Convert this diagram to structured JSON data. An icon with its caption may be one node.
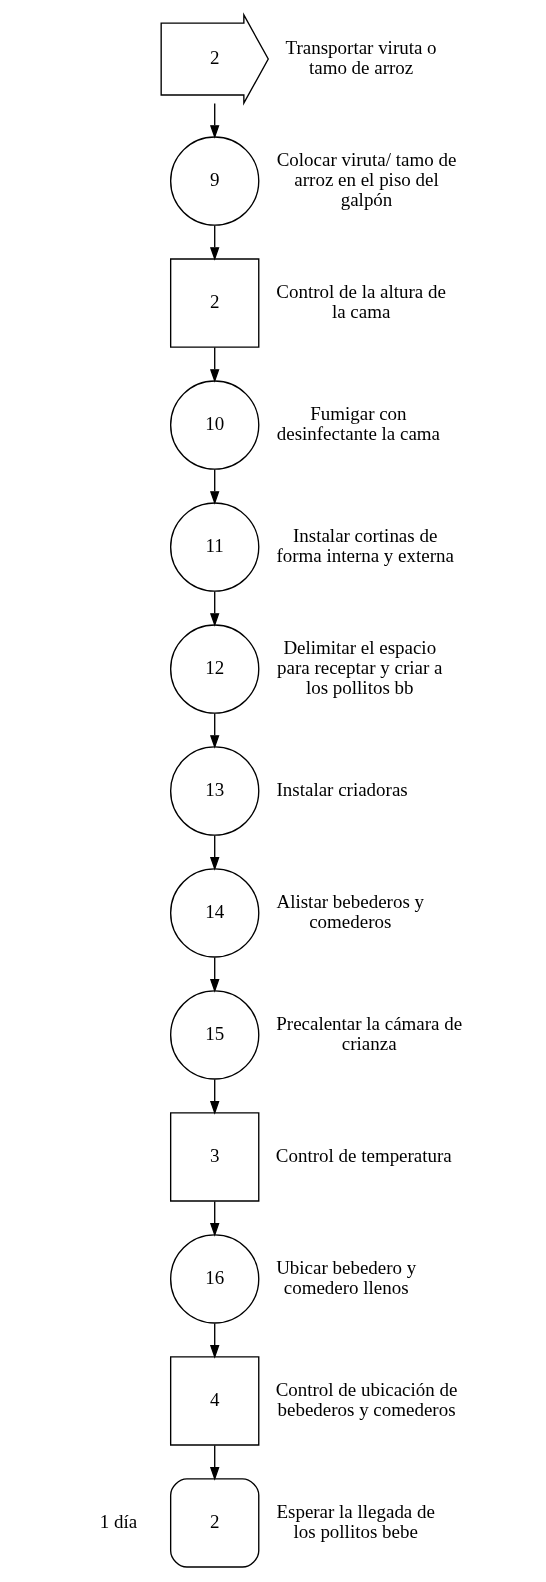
{
  "diagram": {
    "nodes": [
      {
        "text": [
          "2"
        ],
        "beside": [
          "Transportar viruta o tamo de arroz"
        ]
      },
      {
        "text": [
          "9"
        ],
        "beside": [
          "Colocar viruta/ tamo de arroz en el piso del galpón"
        ]
      },
      {
        "text": [
          "2"
        ],
        "beside": [
          "Control de la altura de la cama"
        ]
      },
      {
        "text": [
          "10"
        ],
        "beside": [
          "Fumigar con desinfectante la cama"
        ]
      },
      {
        "text": [
          "11"
        ],
        "beside": [
          "Instalar cortinas de forma interna y externa"
        ]
      },
      {
        "text": [
          "12"
        ],
        "beside": [
          "Delimitar el espacio para receptar y criar a los pollitos bb"
        ]
      },
      {
        "text": [
          "13"
        ],
        "beside": [
          "Instalar criadoras"
        ]
      },
      {
        "text": [
          "14"
        ],
        "beside": [
          "Alistar bebederos y comederos"
        ]
      },
      {
        "text": [
          "15"
        ],
        "beside": [
          "Precalentar la cámara de crianza"
        ]
      },
      {
        "text": [
          "3"
        ],
        "beside": [
          "Control de temperatura"
        ]
      },
      {
        "text": [
          "16"
        ],
        "beside": [
          "Ubicar bebedero y comedero llenos"
        ]
      },
      {
        "text": [
          "4"
        ],
        "beside": [
          "Control de ubicación de bebederos y comederos"
        ]
      },
      {
        "text": [
          "2"
        ],
        "beside": [
          "1 día",
          "Esperar la llegada de los pollitos bebe"
        ]
      }
    ],
    "edges": [
      {
        "from": 0,
        "to": 1,
        "arrow": "to"
      },
      {
        "from": 1,
        "to": 2,
        "arrow": "to"
      },
      {
        "from": 2,
        "to": 3,
        "arrow": "to"
      },
      {
        "from": 3,
        "to": 4,
        "arrow": "to"
      },
      {
        "from": 4,
        "to": 5,
        "arrow": "to"
      },
      {
        "from": 5,
        "to": 6,
        "arrow": "to"
      },
      {
        "from": 6,
        "to": 7,
        "arrow": "to"
      },
      {
        "from": 7,
        "to": 8,
        "arrow": "to"
      },
      {
        "from": 8,
        "to": 9,
        "arrow": "to"
      },
      {
        "from": 9,
        "to": 10,
        "arrow": "to"
      },
      {
        "from": 10,
        "to": 11,
        "arrow": "to"
      },
      {
        "from": 11,
        "to": 12,
        "arrow": "to"
      }
    ]
  }
}
